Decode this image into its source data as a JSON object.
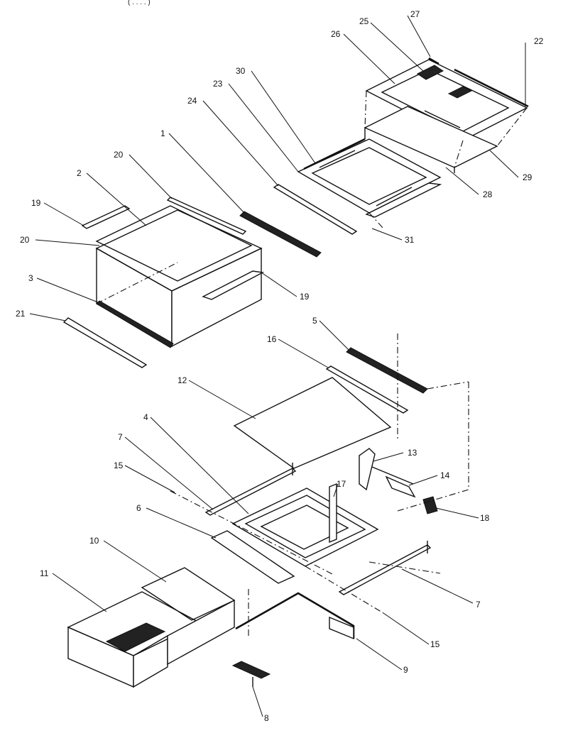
{
  "header": {
    "text": "( . . . . )"
  },
  "callouts": {
    "c1": "1",
    "c2": "2",
    "c3": "3",
    "c4": "4",
    "c5": "5",
    "c6": "6",
    "c7a": "7",
    "c7b": "7",
    "c8": "8",
    "c9": "9",
    "c10": "10",
    "c11": "11",
    "c12": "12",
    "c13": "13",
    "c14": "14",
    "c15a": "15",
    "c15b": "15",
    "c16": "16",
    "c17": "17",
    "c18": "18",
    "c19a": "19",
    "c19b": "19",
    "c20a": "20",
    "c20b": "20",
    "c21": "21",
    "c22": "22",
    "c23": "23",
    "c24": "24",
    "c25": "25",
    "c26": "26",
    "c27": "27",
    "c28": "28",
    "c29": "29",
    "c30": "30",
    "c31": "31"
  }
}
